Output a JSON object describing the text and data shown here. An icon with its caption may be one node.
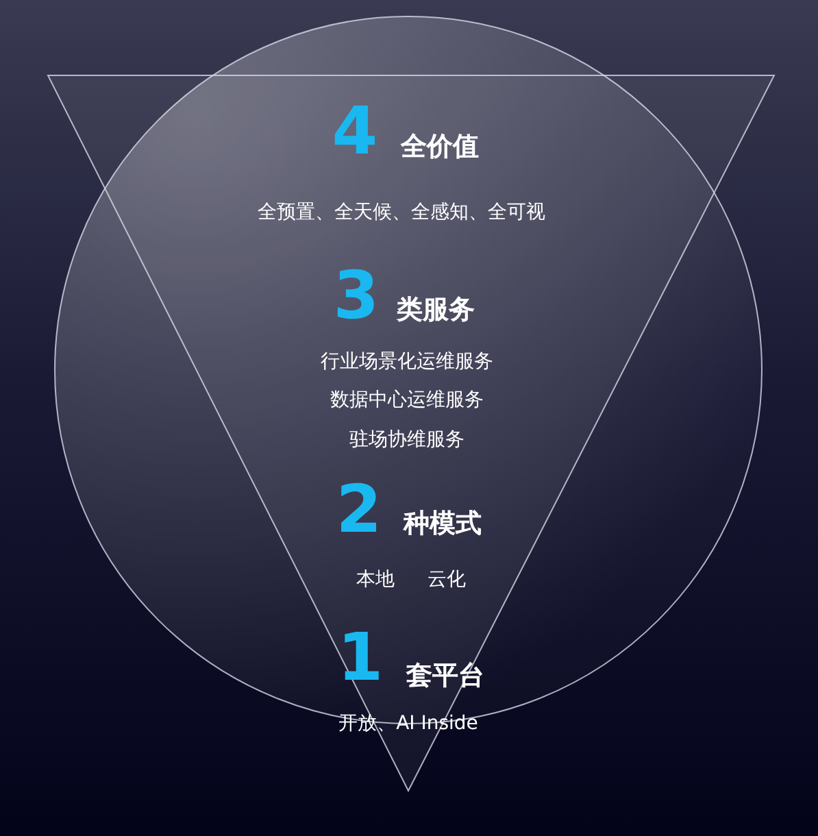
{
  "diagram": {
    "labels": [
      "4",
      "全价值",
      "全预置、全天候、全感知、全可视",
      "3",
      "类服务",
      "行业场景化运维服务",
      "数据中心运维服务",
      "驻场协维服务",
      "2",
      "种模式",
      "本地",
      "云化",
      "1",
      "套平台",
      "开放、AI Inside"
    ]
  }
}
